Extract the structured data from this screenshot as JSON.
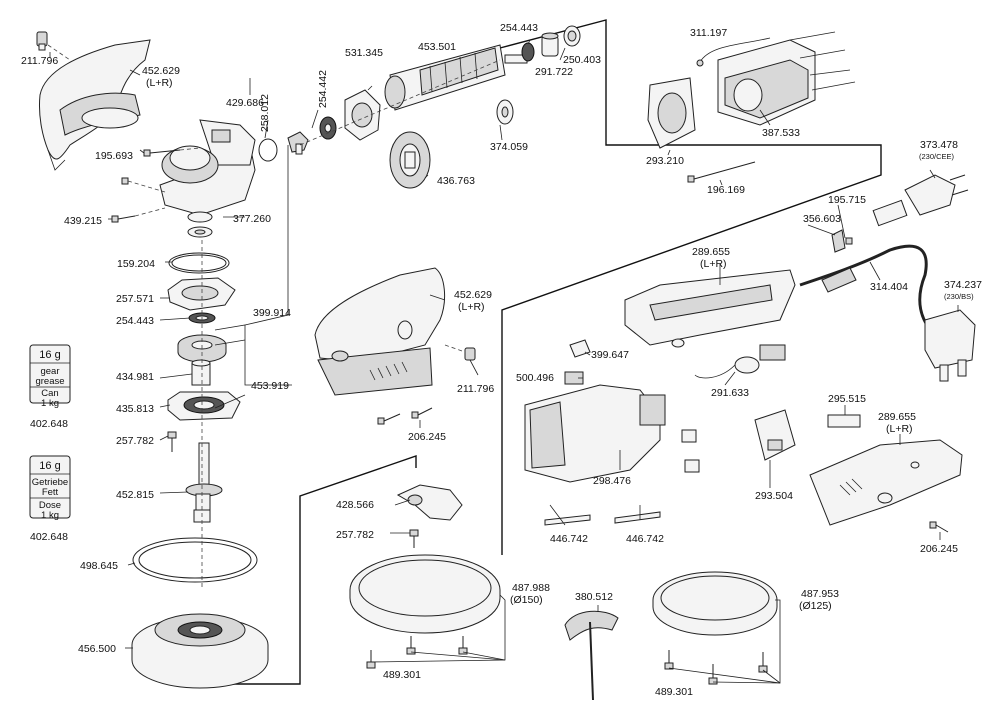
{
  "parts": {
    "p211796a": "211.796",
    "p452629a": "452.629",
    "p452629a_sub": "(L+R)",
    "p429686": "429.686",
    "p258012": "258.012",
    "p254442": "254.442",
    "p531345": "531.345",
    "p453501": "453.501",
    "p254443a": "254.443",
    "p291722": "291.722",
    "p250403": "250.403",
    "p311197": "311.197",
    "p195693": "195.693",
    "p374059": "374.059",
    "p436763": "436.763",
    "p293210": "293.210",
    "p387533": "387.533",
    "p373478": "373.478",
    "p373478_sub": "(230/CEE)",
    "p439215": "439.215",
    "p377260": "377.260",
    "p196169": "196.169",
    "p195715": "195.715",
    "p356603": "356.603",
    "p159204": "159.204",
    "p289655a": "289.655",
    "p289655a_sub": "(L+R)",
    "p452629b": "452.629",
    "p452629b_sub": "(L+R)",
    "p314404": "314.404",
    "p374237": "374.237",
    "p374237_sub": "(230/BS)",
    "p257571": "257.571",
    "p254443b": "254.443",
    "p399914": "399.914",
    "p399647": "399.647",
    "p434981": "434.981",
    "p500496": "500.496",
    "p291633": "291.633",
    "p453919": "453.919",
    "p211796b": "211.796",
    "p435813": "435.813",
    "p295515": "295.515",
    "p289655b": "289.655",
    "p289655b_sub": "(L+R)",
    "p206245a": "206.245",
    "p257782a": "257.782",
    "p298476": "298.476",
    "p293504": "293.504",
    "p402648a": "402.648",
    "p428566": "428.566",
    "p452815": "452.815",
    "p257782b": "257.782",
    "p446742a": "446.742",
    "p446742b": "446.742",
    "p206245b": "206.245",
    "p402648b": "402.648",
    "p498645": "498.645",
    "p487988": "487.988",
    "p487988_sub": "(Ø150)",
    "p380512": "380.512",
    "p487953": "487.953",
    "p487953_sub": "(Ø125)",
    "p456500": "456.500",
    "p489301a": "489.301",
    "p489301b": "489.301"
  },
  "cans": {
    "can1": {
      "weight": "16 g",
      "line1": "gear",
      "line2": "grease",
      "line3": "Can",
      "line4": "1 kg"
    },
    "can2": {
      "weight": "16 g",
      "line1": "Getriebe",
      "line2": "Fett",
      "line3": "Dose",
      "line4": "1 kg"
    }
  }
}
